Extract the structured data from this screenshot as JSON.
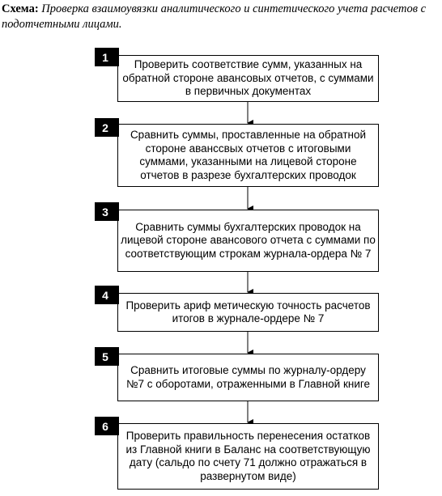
{
  "title": {
    "label": "Схема:",
    "text": "Проверка взаимоувязки аналитического и синтетического учета расчетов с подотчетными лицами."
  },
  "steps": [
    {
      "number": "1",
      "text": "Проверить соответствие сумм, указанных на обратной стороне авансовых отчетов, с суммами в первичных документах"
    },
    {
      "number": "2",
      "text": "Сравнить суммы, проставленные на обратной стороне аванссвых отчетов с итоговыми суммами, указанными на лицевой стороне отчетов в разрезе  бухгалтерских проводок"
    },
    {
      "number": "3",
      "text": "Сравнить суммы бухгалтерских проводок на лицевой стороне авансового отчета с суммами по соответствующим строкам журнала-ордера № 7"
    },
    {
      "number": "4",
      "text": "Проверить ариф метическую точность расчетов итогов в журнале-ордере № 7"
    },
    {
      "number": "5",
      "text": "Сравнить итоговые суммы по журналу-ордеру №7 с оборотами, отраженными в Главной книге"
    },
    {
      "number": "6",
      "text": "Проверить правильность перенесения остатков из Главной книги в Баланс на соответствующую дату (сальдо по счету 71 должно отражаться в развернутом виде)"
    }
  ]
}
